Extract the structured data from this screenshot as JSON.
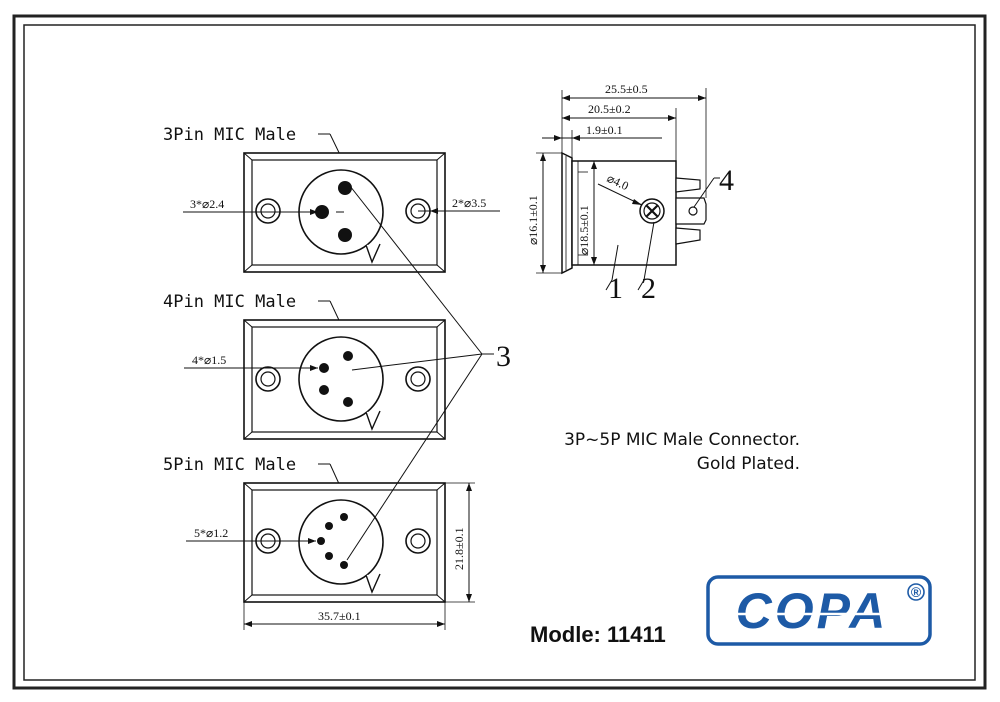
{
  "views": {
    "pin3": {
      "title": "3Pin MIC Male",
      "pin_dim": "3*⌀2.4",
      "hole_dim": "2*⌀3.5"
    },
    "pin4": {
      "title": "4Pin MIC Male",
      "pin_dim": "4*⌀1.5"
    },
    "pin5": {
      "title": "5Pin MIC Male",
      "pin_dim": "5*⌀1.2",
      "height_dim": "21.8±0.1",
      "width_dim": "35.7±0.1"
    }
  },
  "side_view": {
    "overall_length": "25.5±0.5",
    "body_length": "20.5±0.2",
    "flange_thickness": "1.9±0.1",
    "outer_diameter": "⌀16.1±0.1",
    "body_diameter": "⌀18.5±0.1",
    "screw_diameter": "⌀4.0",
    "callouts": [
      "1",
      "2",
      "3",
      "4"
    ]
  },
  "description": {
    "line1": "3P~5P MIC Male Connector.",
    "line2": "Gold Plated."
  },
  "brand": {
    "logo_text": "COPA",
    "registered": "®",
    "color": "#1d5aa6"
  },
  "model": "Modle: 11411"
}
